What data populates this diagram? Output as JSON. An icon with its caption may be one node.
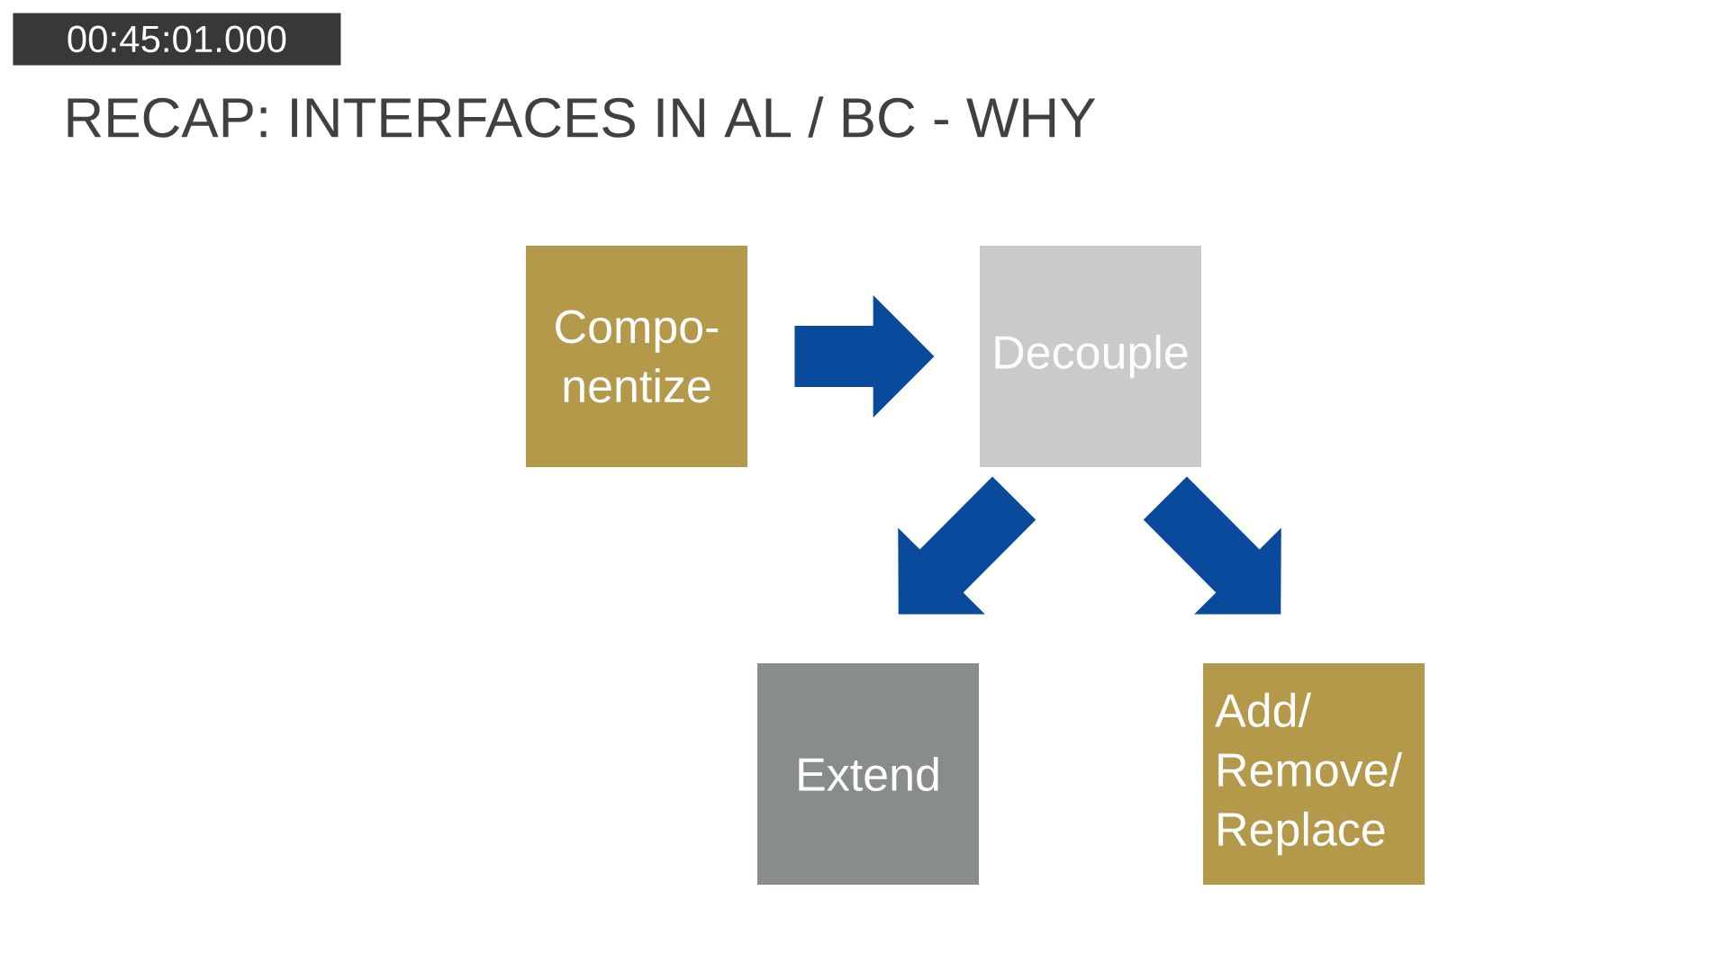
{
  "diagram": {
    "title": "RECAP: INTERFACES IN AL / BC - WHY",
    "nodes": [
      {
        "text": [
          "Compo- nentize"
        ]
      },
      {
        "text": [
          "Decouple"
        ]
      },
      {
        "text": [
          "Extend"
        ]
      },
      {
        "text": [
          "Add/ Remove/ Replace"
        ]
      }
    ],
    "edges": [
      {
        "from": 0,
        "to": 1,
        "arrow": "to"
      },
      {
        "from": 1,
        "to": 2,
        "arrow": "to"
      },
      {
        "from": 1,
        "to": 3,
        "arrow": "to"
      }
    ],
    "labels": [
      "00:45:01.000"
    ]
  }
}
